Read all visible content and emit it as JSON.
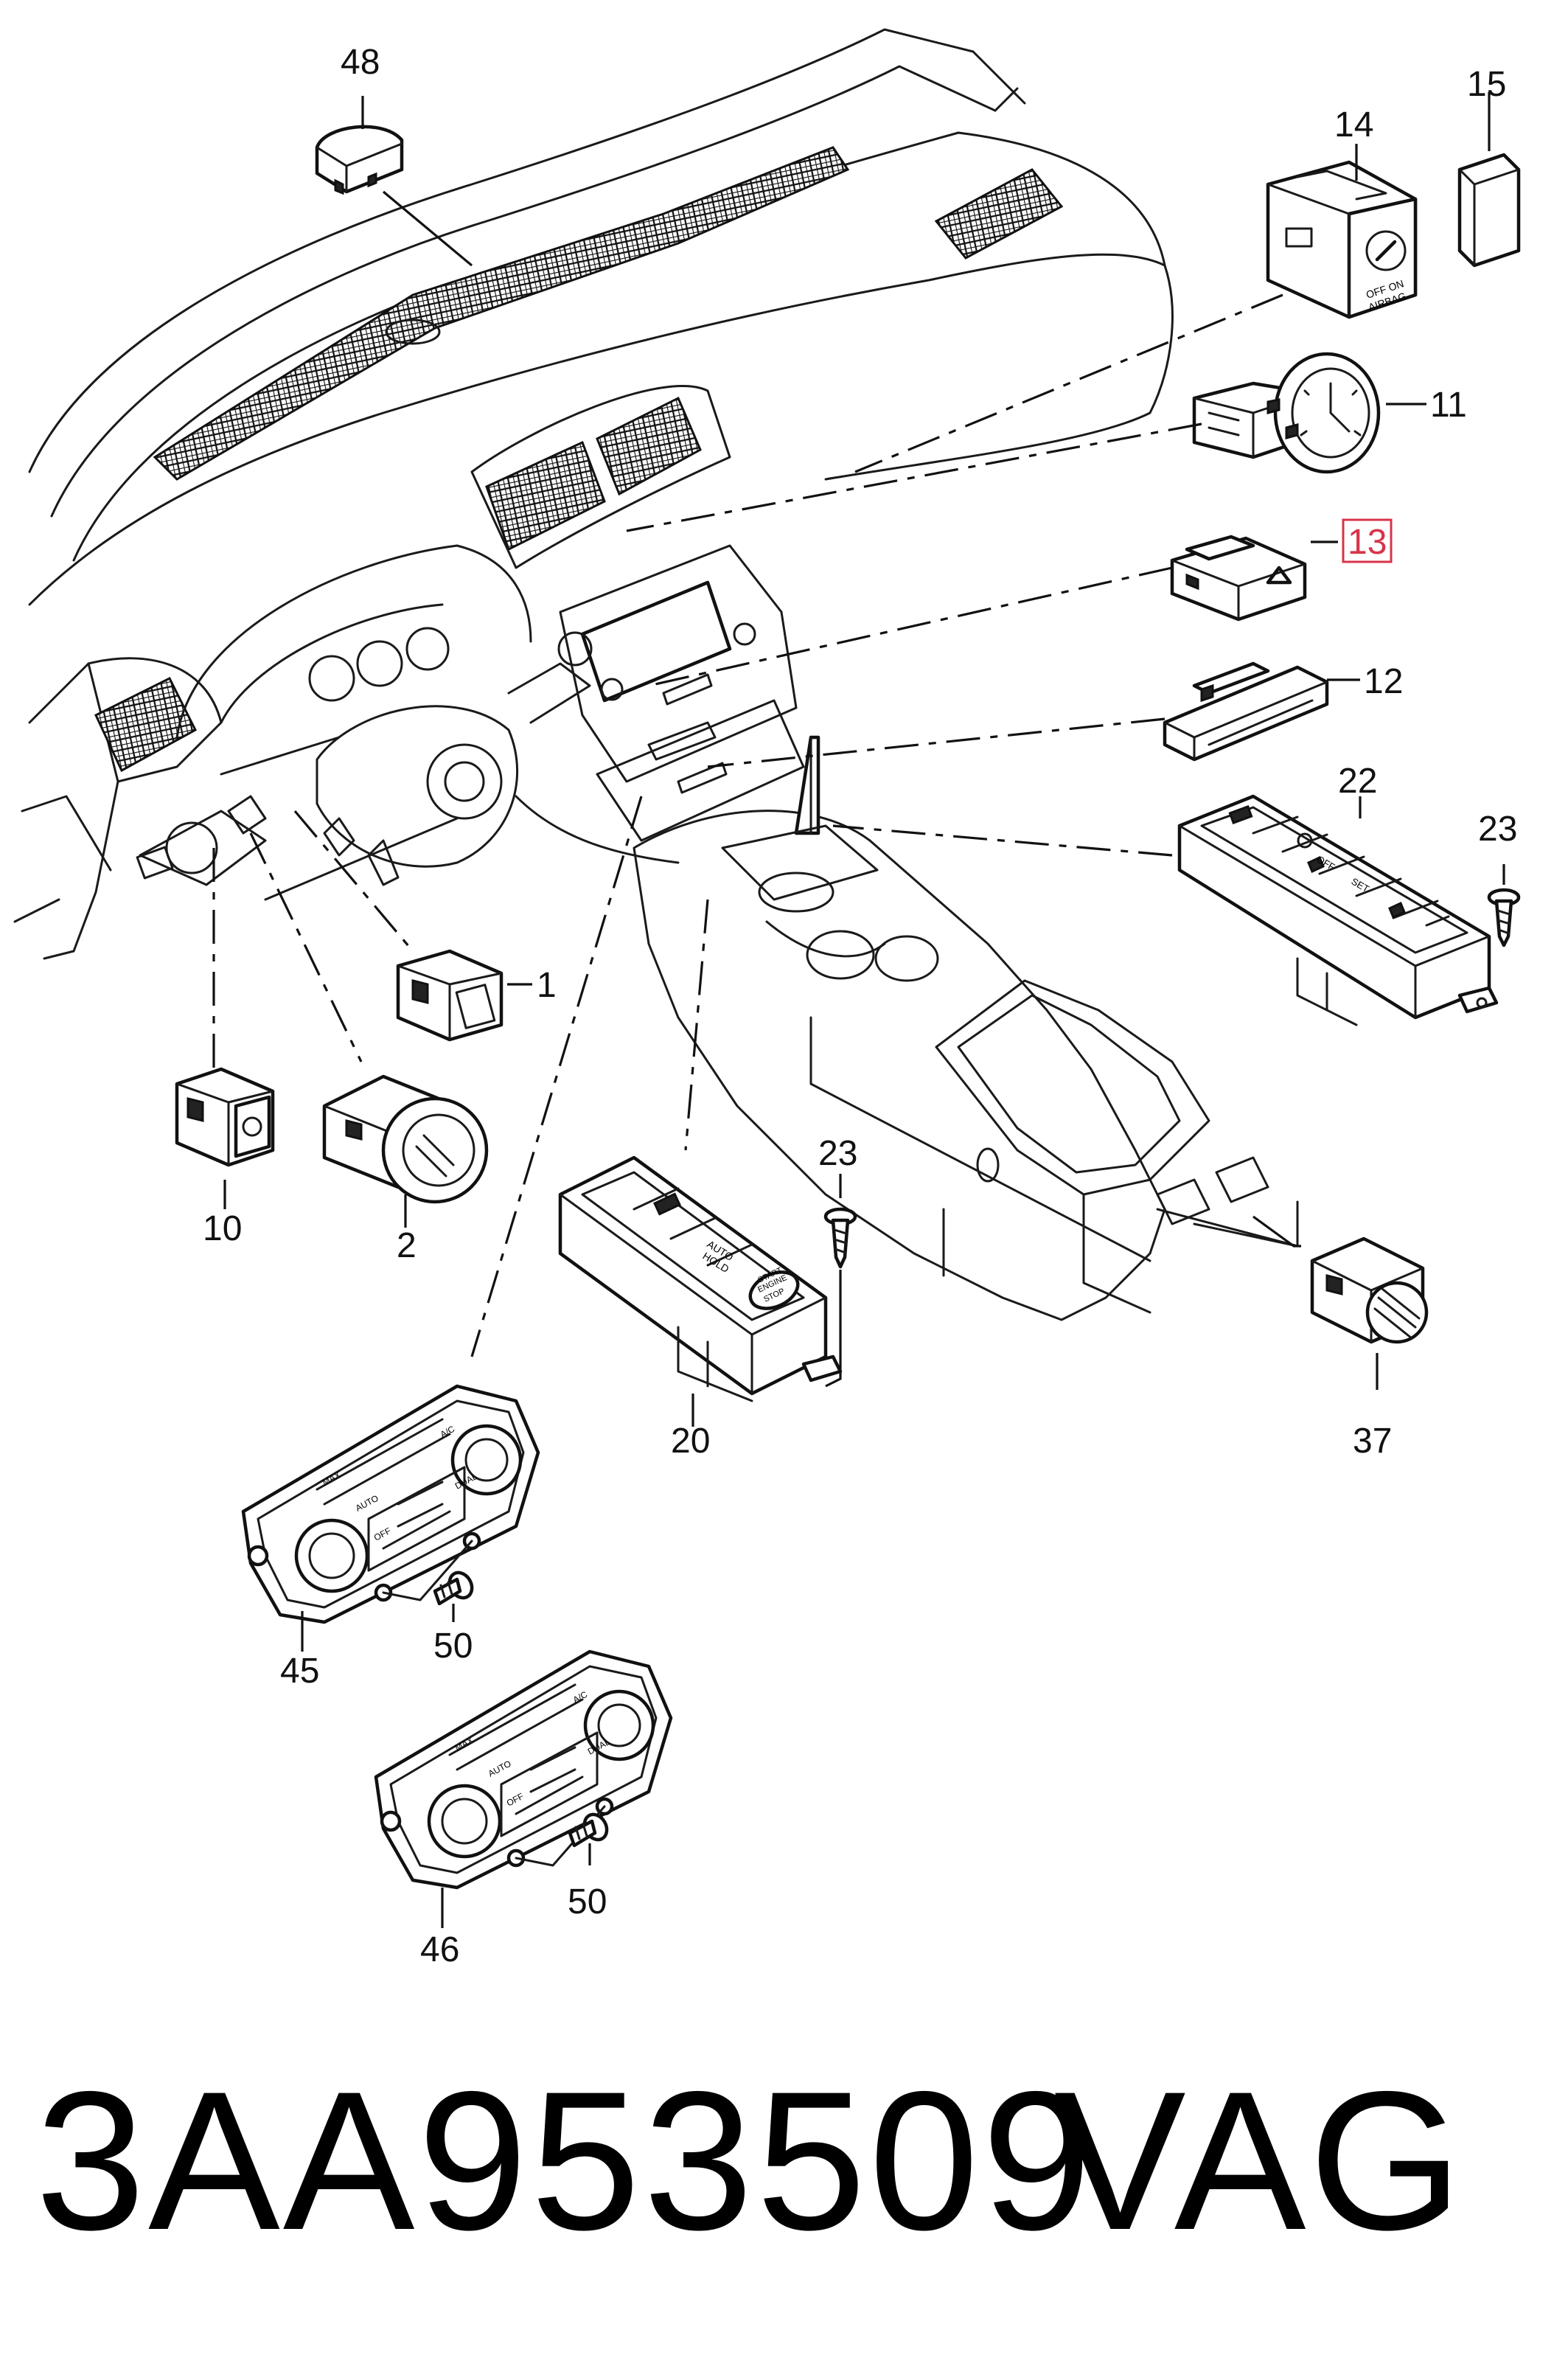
{
  "callouts": [
    {
      "id": "48",
      "label": "48"
    },
    {
      "id": "15",
      "label": "15"
    },
    {
      "id": "14",
      "label": "14"
    },
    {
      "id": "11",
      "label": "11"
    },
    {
      "id": "13",
      "label": "13",
      "highlighted": true
    },
    {
      "id": "12",
      "label": "12"
    },
    {
      "id": "22",
      "label": "22"
    },
    {
      "id": "23a",
      "label": "23"
    },
    {
      "id": "1",
      "label": "1"
    },
    {
      "id": "10",
      "label": "10"
    },
    {
      "id": "2",
      "label": "2"
    },
    {
      "id": "23b",
      "label": "23"
    },
    {
      "id": "20",
      "label": "20"
    },
    {
      "id": "37",
      "label": "37"
    },
    {
      "id": "45",
      "label": "45"
    },
    {
      "id": "50a",
      "label": "50"
    },
    {
      "id": "46",
      "label": "46"
    },
    {
      "id": "50b",
      "label": "50"
    }
  ],
  "part_markings": {
    "airbag_switch": [
      "OFF  ON",
      "AIRBAG"
    ],
    "climate_buttons": [
      "MAX",
      "A/C",
      "AUTO",
      "OFF",
      "DUAL"
    ],
    "console_buttons": [
      "AUTO",
      "HOLD",
      "START",
      "ENGINE",
      "STOP",
      "OFF",
      "SET"
    ]
  },
  "highlight_color": "#d8344a",
  "footer": {
    "part_number": "3AA953509",
    "brand": "VAG"
  }
}
